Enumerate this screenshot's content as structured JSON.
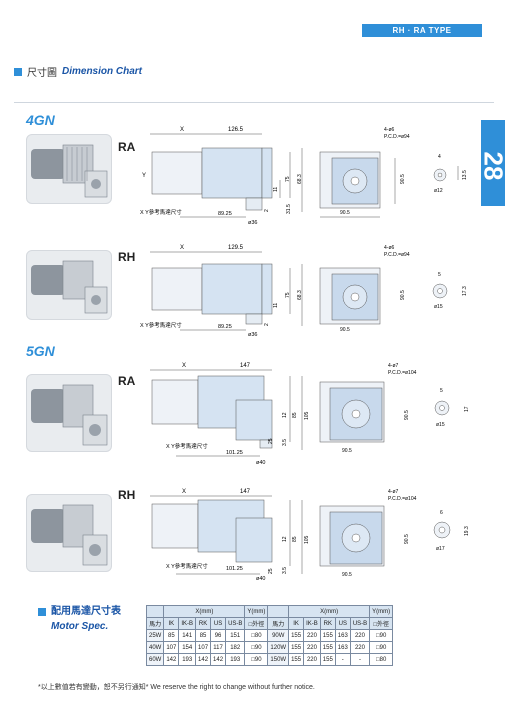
{
  "header": {
    "badge": "RH · RA TYPE"
  },
  "section": {
    "square_color": "#2f8fd8",
    "title_zh": "尺寸圖",
    "title_en": "Dimension Chart"
  },
  "page_tab": "28",
  "groups": [
    {
      "model": "4GN",
      "code": "RA",
      "x_label": "X",
      "dim_126": "126.5",
      "dim_ref": "X Y參考馬達尺寸",
      "dim_89": "89.25",
      "dim_phi_hub": "ø36",
      "v_11": "11",
      "v_75": "75",
      "v_68": "68.3",
      "v_31": "31.5",
      "v_2": "2",
      "pcd_holes": "4-ø6",
      "pcd": "P.C.D.=ø94",
      "dim_90": "90.5",
      "v_90": "90.5",
      "shaft_key": "4",
      "shaft_h": "13.5",
      "shaft_d": "ø12"
    },
    {
      "model": "",
      "code": "RH",
      "x_label": "X",
      "dim_126": "129.5",
      "dim_ref": "X Y參考馬達尺寸",
      "dim_89": "89.25",
      "dim_phi_hub": "ø36",
      "v_11": "11",
      "v_75": "75",
      "v_68": "68.3",
      "v_31": "",
      "v_2": "2",
      "pcd_holes": "4-ø6",
      "pcd": "P.C.D.=ø94",
      "dim_90": "90.5",
      "v_90": "90.5",
      "shaft_key": "5",
      "shaft_h": "17.3",
      "shaft_d": "ø15"
    },
    {
      "model": "5GN",
      "code": "RA",
      "x_label": "X",
      "dim_126": "147",
      "dim_ref": "X Y參考馬達尺寸",
      "dim_89": "101.25",
      "dim_phi_hub": "ø40",
      "v_11": "12",
      "v_75": "85",
      "v_68": "105",
      "v_31": "3.5",
      "v_2": "25",
      "pcd_holes": "4-ø7",
      "pcd": "P.C.D.=ø104",
      "dim_90": "90.5",
      "v_90": "90.5",
      "shaft_key": "5",
      "shaft_h": "17",
      "shaft_d": "ø15"
    },
    {
      "model": "",
      "code": "RH",
      "x_label": "X",
      "dim_126": "147",
      "dim_ref": "X Y參考馬達尺寸",
      "dim_89": "101.25",
      "dim_phi_hub": "ø40",
      "v_11": "12",
      "v_75": "85",
      "v_68": "105",
      "v_31": "3.5",
      "v_2": "25",
      "pcd_holes": "4-ø7",
      "pcd": "P.C.D.=ø104",
      "dim_90": "90.5",
      "v_90": "90.5",
      "shaft_key": "6",
      "shaft_h": "19.3",
      "shaft_d": "ø17"
    }
  ],
  "spec": {
    "title_zh": "配用馬達尺寸表",
    "title_en": "Motor Spec.",
    "head_group_x": "X(mm)",
    "head_group_y": "Y(mm)",
    "cols": [
      "馬力",
      "IK",
      "IK-B",
      "RK",
      "US",
      "US-B",
      "□外徑"
    ],
    "left_rows": [
      [
        "25W",
        "85",
        "141",
        "85",
        "96",
        "151",
        "□80"
      ],
      [
        "40W",
        "107",
        "154",
        "107",
        "117",
        "182",
        "□90"
      ],
      [
        "60W",
        "142",
        "193",
        "142",
        "142",
        "193",
        "□90"
      ]
    ],
    "right_rows": [
      [
        "90W",
        "155",
        "220",
        "155",
        "163",
        "220",
        "□90"
      ],
      [
        "120W",
        "155",
        "220",
        "155",
        "163",
        "220",
        "□90"
      ],
      [
        "150W",
        "155",
        "220",
        "155",
        "-",
        "-",
        "□80"
      ]
    ]
  },
  "note": "*以上數值若有變動，恕不另行通知*   We reserve the right to change without further notice."
}
